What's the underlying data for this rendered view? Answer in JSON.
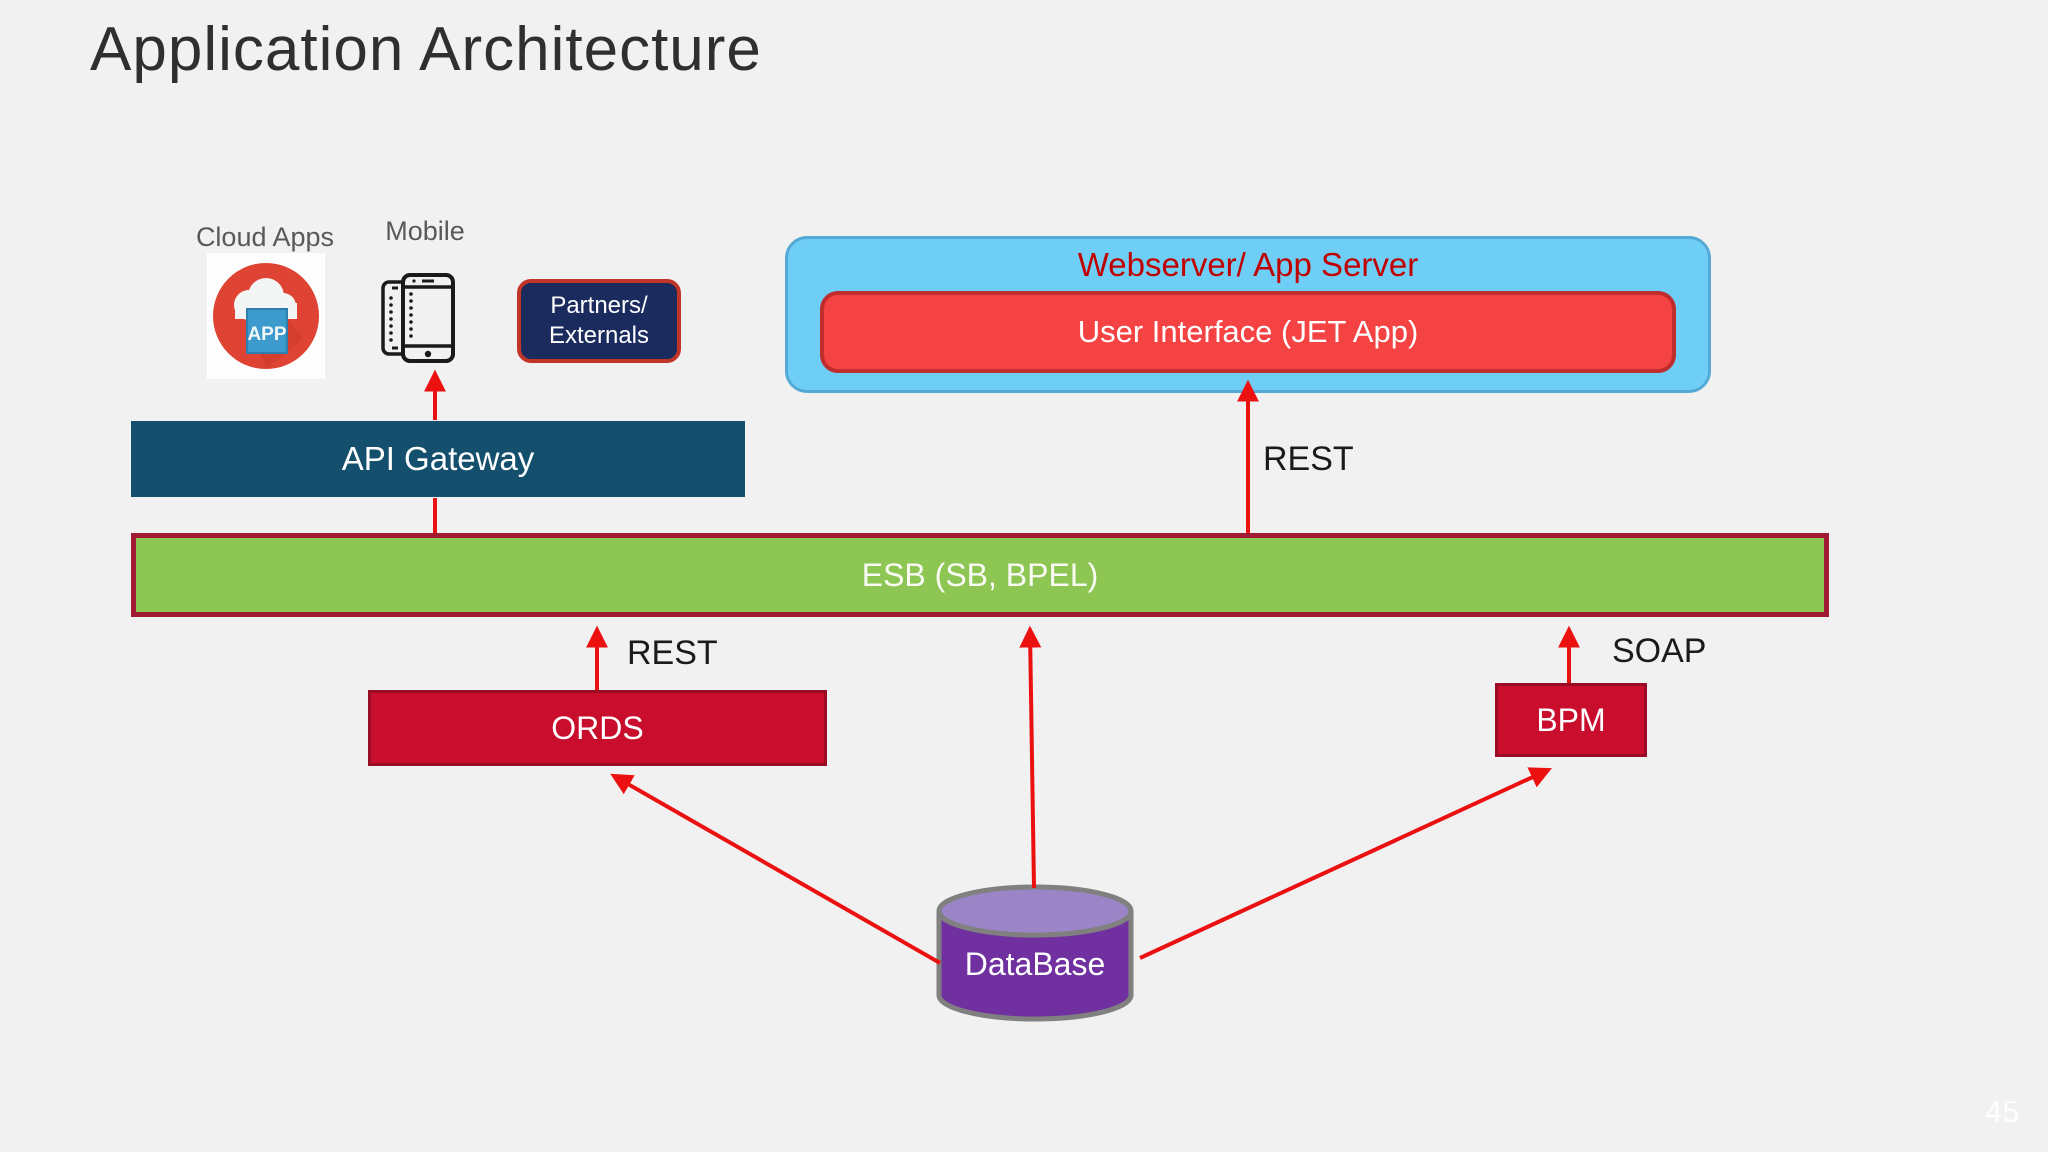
{
  "slide": {
    "title": "Application Architecture",
    "page_number": "45"
  },
  "sources": {
    "cloud_apps_label": "Cloud Apps",
    "cloud_apps_icon_text": "APP",
    "mobile_label": "Mobile",
    "partners_line1": "Partners/",
    "partners_line2": "Externals"
  },
  "nodes": {
    "webserver_title": "Webserver/ App Server",
    "user_interface": "User Interface (JET App)",
    "api_gateway": "API Gateway",
    "esb": "ESB (SB, BPEL)",
    "ords": "ORDS",
    "bpm": "BPM",
    "database": "DataBase"
  },
  "edge_labels": {
    "rest_upper": "REST",
    "rest_lower": "REST",
    "soap": "SOAP"
  },
  "colors": {
    "background": "#F1F1F2",
    "arrow_red": "#EC1111",
    "esb_green": "#8DC653",
    "esb_border_maroon": "#9E1B32",
    "node_crimson": "#C90D2D",
    "navy_blue": "#1B2B5E",
    "dark_teal_blue": "#14506E",
    "webserver_light_blue": "#6FCEF6",
    "ui_red": "#F54242",
    "webserver_title_red": "#C00000",
    "database_purple": "#7030A0",
    "database_top_purple": "#9C85C6",
    "database_border_gray": "#808080",
    "cloud_icon_red": "#DF4333",
    "app_square_blue": "#3D9ACD"
  }
}
